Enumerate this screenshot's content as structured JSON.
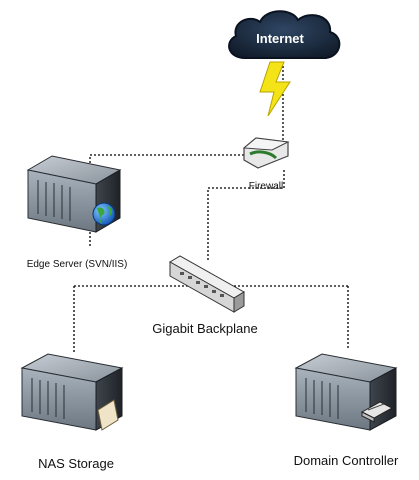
{
  "nodes": {
    "internet": {
      "label": "Internet"
    },
    "firewall": {
      "label": "Firewall"
    },
    "edge_server": {
      "label": "Edge Server (SVN/IIS)"
    },
    "switch": {
      "label": "Gigabit Backplane"
    },
    "nas": {
      "label": "NAS Storage"
    },
    "domain_controller": {
      "label": "Domain Controller"
    }
  },
  "colors": {
    "cloud": "#1c2c43",
    "lightning": "#f4e316",
    "server_body": "#8c98a4",
    "server_dark": "#3a4048",
    "connector": "#000000"
  }
}
